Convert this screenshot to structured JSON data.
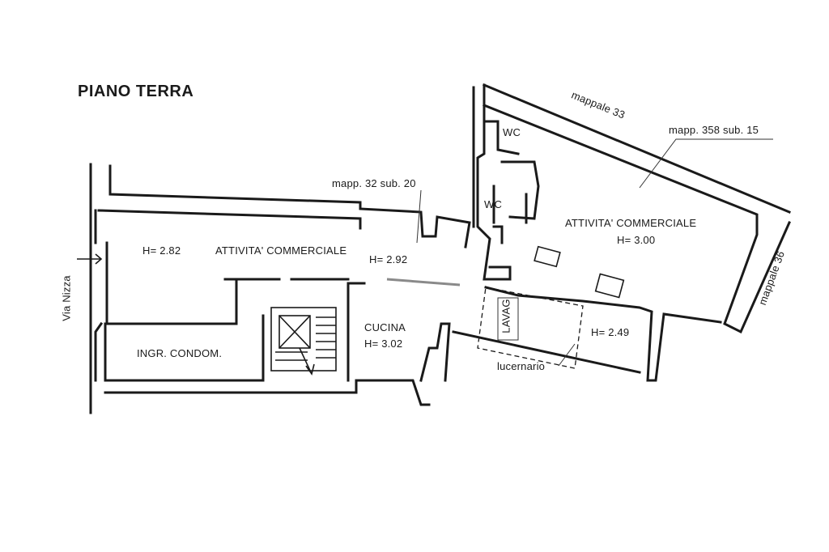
{
  "title": "PIANO TERRA",
  "labels": {
    "street": "Via Nizza",
    "mappale_33": "mappale 33",
    "mappale_36": "mappale 36",
    "mapp_358": "mapp. 358 sub. 15",
    "mapp_32": "mapp. 32 sub. 20",
    "wc_upper": "WC",
    "wc_lower": "WC",
    "shop_left": "ATTIVITA' COMMERCIALE",
    "shop_left_h1": "H= 2.82",
    "shop_left_h2": "H= 2.92",
    "shop_right": "ATTIVITA' COMMERCIALE",
    "shop_right_h": "H= 3.00",
    "kitchen": "CUCINA",
    "kitchen_h": "H= 3.02",
    "entrance": "INGR. CONDOM.",
    "lavag": "LAVAG",
    "skylight_h": "H= 2.49",
    "skylight": "lucernario"
  }
}
